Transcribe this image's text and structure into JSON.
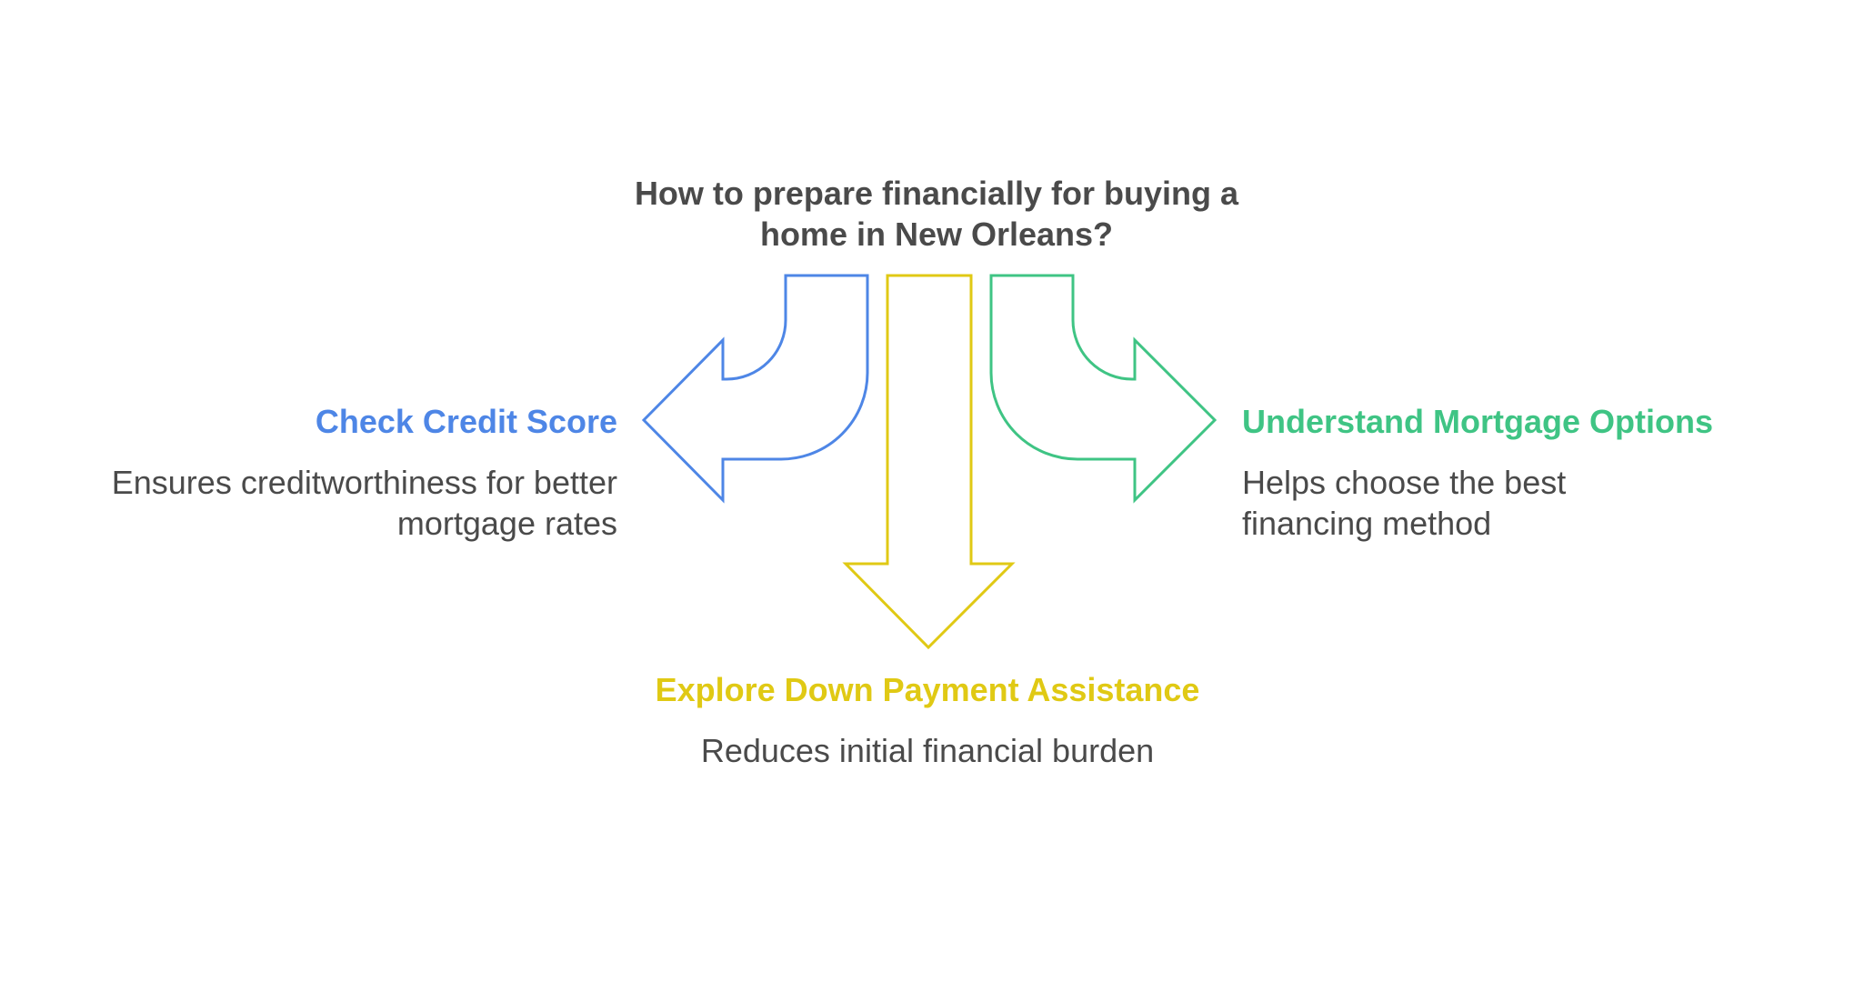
{
  "question": "How to prepare financially for buying a home in New Orleans?",
  "branches": [
    {
      "title": "Check Credit Score",
      "description": "Ensures creditworthiness for better mortgage rates",
      "color": "#4e86e6",
      "direction": "left"
    },
    {
      "title": "Explore Down Payment Assistance",
      "description": "Reduces initial financial burden",
      "color": "#e0c914",
      "direction": "down"
    },
    {
      "title": "Understand Mortgage Options",
      "description": "Helps choose the best financing method",
      "color": "#3fc484",
      "direction": "right"
    }
  ]
}
